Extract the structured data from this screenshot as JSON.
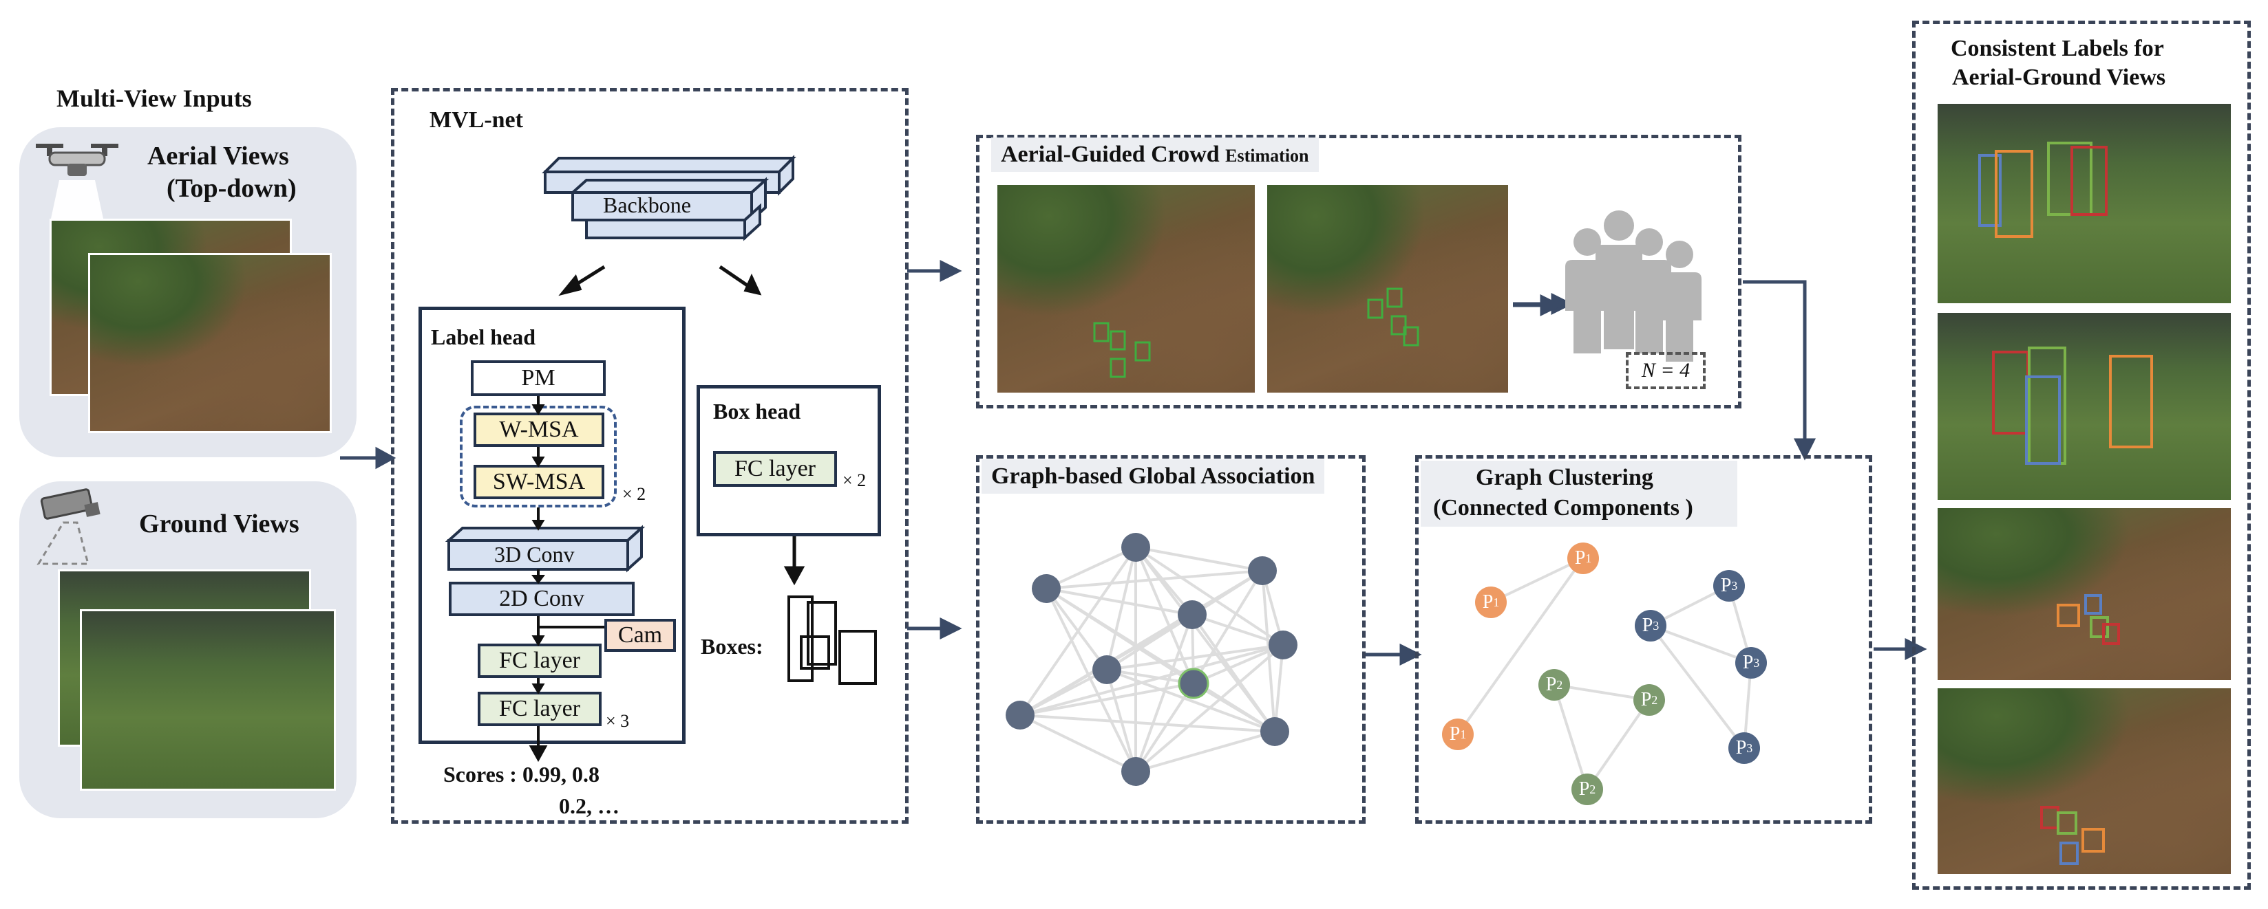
{
  "inputs": {
    "title": "Multi-View Inputs",
    "aerial_line1": "Aerial Views",
    "aerial_line2": "(Top-down)",
    "ground": "Ground Views"
  },
  "mvl": {
    "title": "MVL-net",
    "backbone": "Backbone",
    "label_head": "Label head",
    "pm": "PM",
    "wmsa": "W-MSA",
    "swmsa": "SW-MSA",
    "x2a": "× 2",
    "conv3d": "3D Conv",
    "conv2d": "2D Conv",
    "cam": "Cam",
    "fc1": "FC layer",
    "fc2": "FC layer",
    "x3": "× 3",
    "scores1": "Scores : 0.99, 0.8",
    "scores2": "0.2, …",
    "box_head": "Box head",
    "box_fc": "FC layer",
    "x2b": "× 2",
    "boxes": "Boxes:"
  },
  "crowd": {
    "title_main": "Aerial-Guided Crowd ",
    "title_small": "Estimation",
    "count": "N = 4"
  },
  "graph": {
    "title": "Graph-based Global Association"
  },
  "clusters": {
    "title1": "Graph Clustering",
    "title2": "(Connected Components )",
    "nodes": [
      {
        "label": "P",
        "sub": "1",
        "color": "#ee9a63"
      },
      {
        "label": "P",
        "sub": "1",
        "color": "#ee9a63"
      },
      {
        "label": "P",
        "sub": "1",
        "color": "#ee9a63"
      },
      {
        "label": "P",
        "sub": "2",
        "color": "#7d9a6e"
      },
      {
        "label": "P",
        "sub": "2",
        "color": "#7d9a6e"
      },
      {
        "label": "P",
        "sub": "2",
        "color": "#7d9a6e"
      },
      {
        "label": "P",
        "sub": "3",
        "color": "#4f6484"
      },
      {
        "label": "P",
        "sub": "3",
        "color": "#4f6484"
      },
      {
        "label": "P",
        "sub": "3",
        "color": "#4f6484"
      },
      {
        "label": "P",
        "sub": "3",
        "color": "#4f6484"
      }
    ]
  },
  "output": {
    "title1": "Consistent Labels for",
    "title2": "Aerial-Ground Views"
  },
  "colors": {
    "panel_border": "#3a4458",
    "node": "#5d6a80",
    "orange": "#ee9a63",
    "green": "#7d9a6e",
    "blue": "#4f6484"
  }
}
